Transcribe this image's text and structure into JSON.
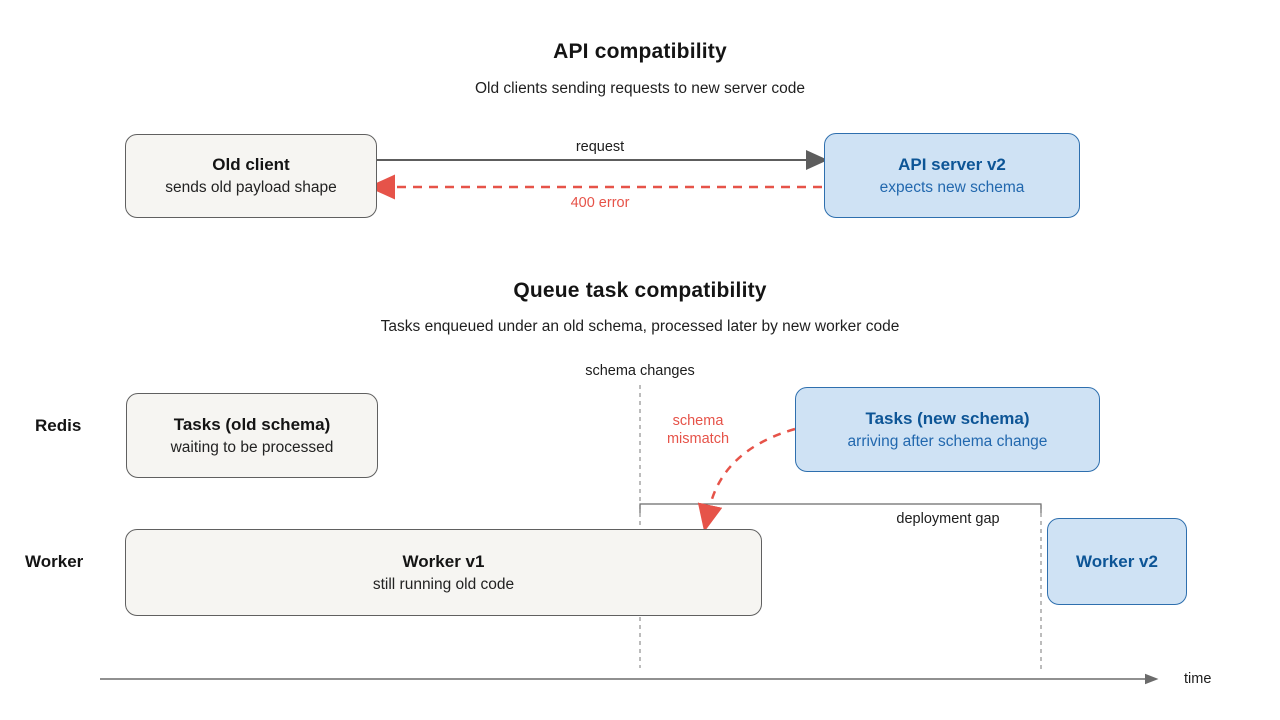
{
  "theme": {
    "text_dark": "#141414",
    "gray_fill": "#f6f5f2",
    "gray_border": "#606060",
    "blue_fill": "#cfe2f4",
    "blue_border": "#2e6fae",
    "blue_title": "#0d5596",
    "blue_sub": "#2268ae",
    "red": "#e65349",
    "line_gray": "#5d5d5d",
    "dash_gray": "#909090",
    "axis_gray": "#6b6b6b"
  },
  "sections": {
    "api": {
      "title": "API compatibility",
      "subtitle": "Old clients sending requests to new server code",
      "client_box": {
        "title": "Old client",
        "subtitle": "sends old payload shape"
      },
      "server_box": {
        "title": "API server v2",
        "subtitle": "expects new schema"
      },
      "request_label": "request",
      "error_label": "400 error"
    },
    "queue": {
      "title": "Queue task compatibility",
      "subtitle": "Tasks enqueued under an old schema, processed later by new worker code",
      "schema_changes_label": "schema changes",
      "schema_mismatch_label": "schema\nmismatch",
      "deployment_gap_label": "deployment gap",
      "time_label": "time",
      "lanes": {
        "redis": "Redis",
        "worker": "Worker"
      },
      "old_tasks_box": {
        "title": "Tasks (old schema)",
        "subtitle": "waiting to be processed"
      },
      "new_tasks_box": {
        "title": "Tasks (new schema)",
        "subtitle": "arriving after schema change"
      },
      "worker_v1_box": {
        "title": "Worker v1",
        "subtitle": "still running old code"
      },
      "worker_v2_box": {
        "title": "Worker v2"
      }
    }
  }
}
